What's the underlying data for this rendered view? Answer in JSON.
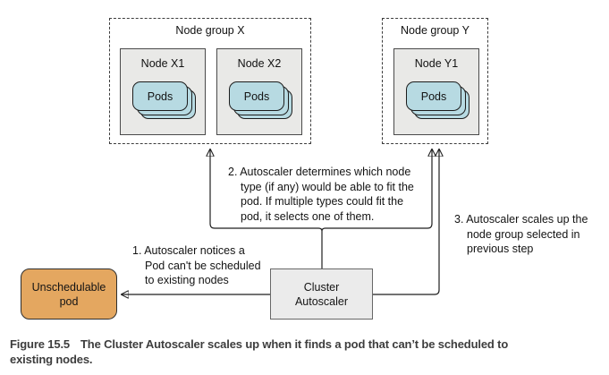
{
  "figure": {
    "node_group_x": {
      "label": "Node group X",
      "nodes": [
        {
          "label": "Node X1",
          "pods_label": "Pods"
        },
        {
          "label": "Node X2",
          "pods_label": "Pods"
        }
      ]
    },
    "node_group_y": {
      "label": "Node group Y",
      "nodes": [
        {
          "label": "Node Y1",
          "pods_label": "Pods"
        }
      ]
    },
    "unschedulable_pod_label": "Unschedulable\npod",
    "cluster_autoscaler_label": "Cluster\nAutoscaler",
    "steps": [
      {
        "text": "1. Autoscaler notices a\nPod can't be scheduled\nto existing nodes"
      },
      {
        "text": "2. Autoscaler determines which node\ntype (if any) would be able to fit the\npod. If multiple types could fit the\npod, it selects one of them."
      },
      {
        "text": "3. Autoscaler scales up the\nnode group selected in\nprevious step"
      }
    ],
    "colors": {
      "pod_fill": "#b7dae2",
      "node_fill": "#e9e9e7",
      "unschedulable_fill": "#e4a760",
      "autoscaler_fill": "#ebebeb",
      "line_color": "#1f1f1f",
      "caption_color": "#3d3d3d"
    }
  },
  "caption": {
    "label": "Figure 15.5",
    "text": "The Cluster Autoscaler scales up when it finds a pod that can’t be scheduled to\nexisting nodes."
  }
}
